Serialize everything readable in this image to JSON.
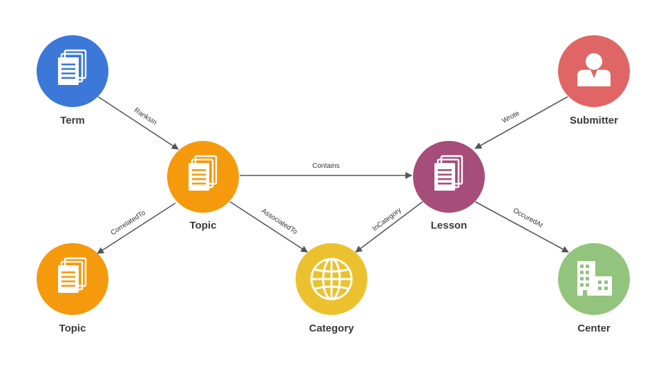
{
  "nodes": {
    "term": {
      "label": "Term",
      "icon": "documents-icon",
      "color": "#3b78d8"
    },
    "topic_main": {
      "label": "Topic",
      "icon": "documents-icon",
      "color": "#f59a0c"
    },
    "topic_secondary": {
      "label": "Topic",
      "icon": "documents-icon",
      "color": "#f59a0c"
    },
    "category": {
      "label": "Category",
      "icon": "globe-icon",
      "color": "#ecc12e"
    },
    "lesson": {
      "label": "Lesson",
      "icon": "documents-icon",
      "color": "#a64d79"
    },
    "submitter": {
      "label": "Submitter",
      "icon": "person-icon",
      "color": "#e06666"
    },
    "center": {
      "label": "Center",
      "icon": "building-icon",
      "color": "#93c47d"
    }
  },
  "edges": {
    "ranks_in": {
      "label": "RanksIn",
      "from": "Term",
      "to": "Topic"
    },
    "contains": {
      "label": "Contains",
      "from": "Topic",
      "to": "Lesson"
    },
    "correlated_to": {
      "label": "CorrelatedTo",
      "from": "Topic",
      "to": "Topic"
    },
    "associated_to": {
      "label": "AssociatedTo",
      "from": "Topic",
      "to": "Category"
    },
    "in_category": {
      "label": "InCategory",
      "from": "Lesson",
      "to": "Category"
    },
    "occured_at": {
      "label": "OccuredAt",
      "from": "Lesson",
      "to": "Center"
    },
    "wrote": {
      "label": "Wrote",
      "from": "Submitter",
      "to": "Lesson"
    }
  }
}
